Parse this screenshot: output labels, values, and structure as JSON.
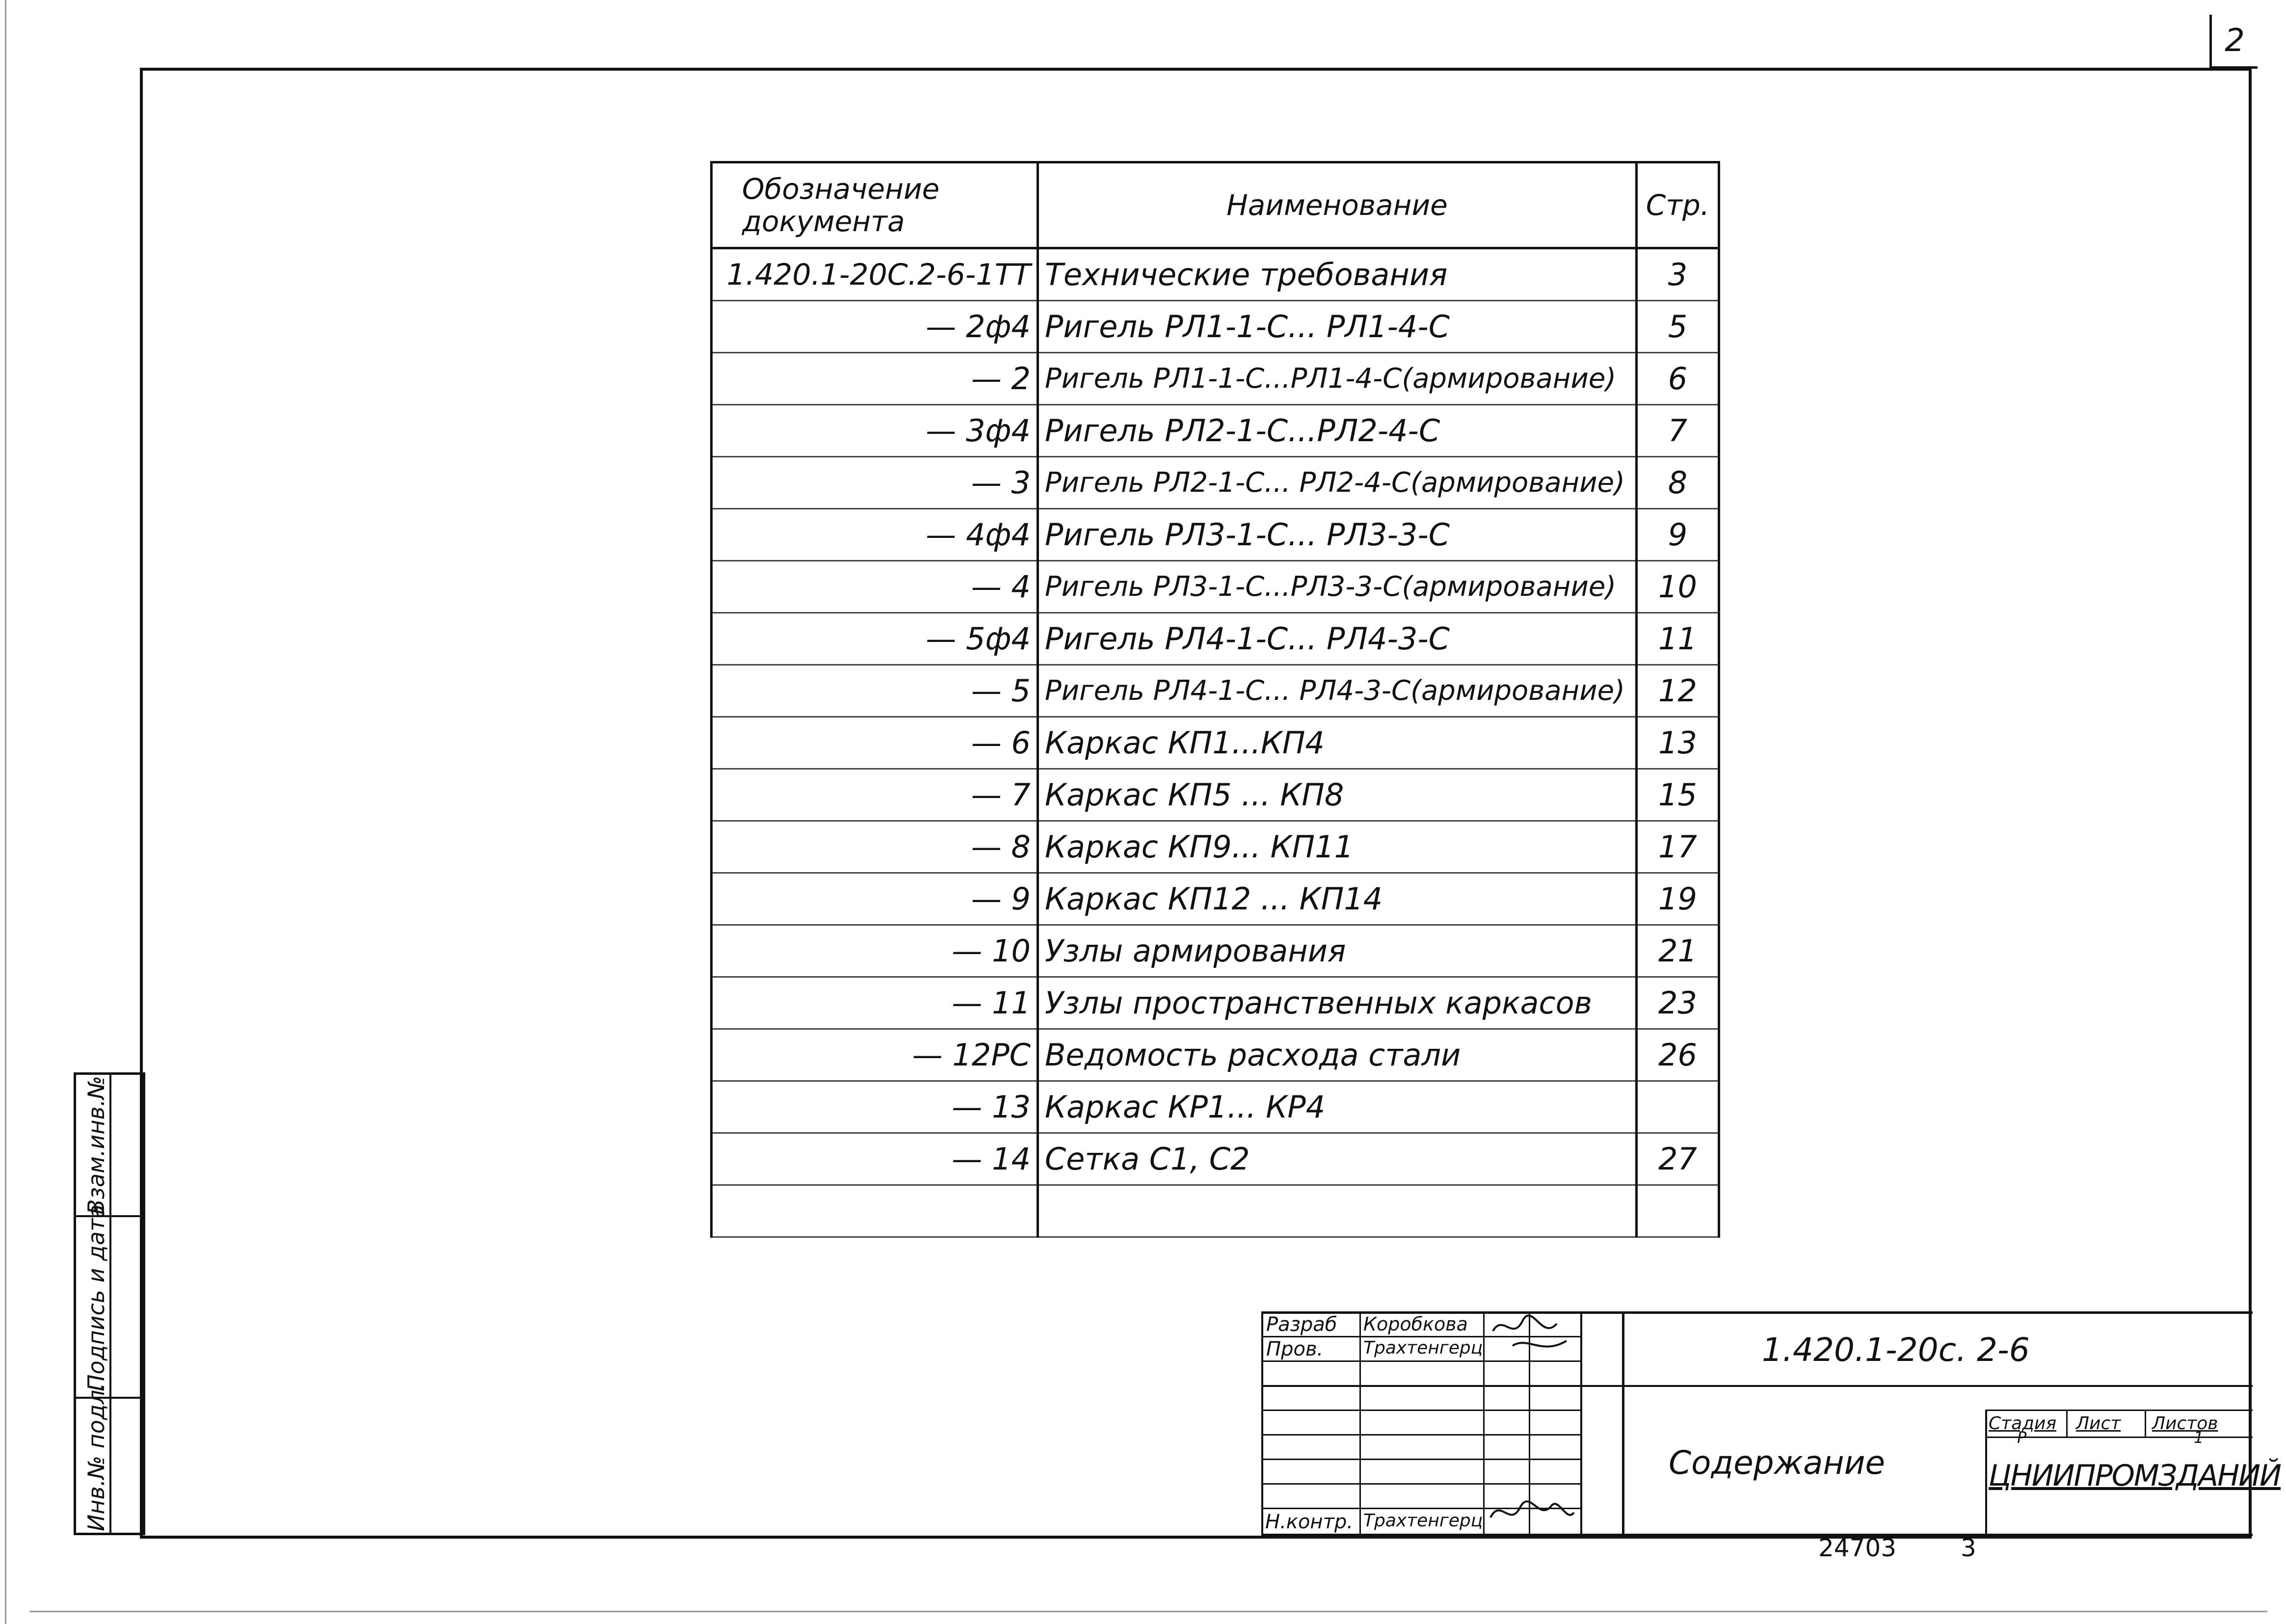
{
  "sheet_number": "2",
  "contents_table": {
    "headers": {
      "code": "Обозначение документа",
      "name": "Наименование",
      "page": "Стр."
    },
    "rows": [
      {
        "code": "1.420.1-20С.2-6-1ТТ",
        "name": "Технические требования",
        "page": "3"
      },
      {
        "code": "— 2ф4",
        "name": "Ригель РЛ1-1-С... РЛ1-4-С",
        "page": "5"
      },
      {
        "code": "— 2",
        "name": "Ригель РЛ1-1-С...РЛ1-4-С(армирование)",
        "page": "6"
      },
      {
        "code": "— 3ф4",
        "name": "Ригель РЛ2-1-С...РЛ2-4-С",
        "page": "7"
      },
      {
        "code": "— 3",
        "name": "Ригель РЛ2-1-С... РЛ2-4-С(армирование)",
        "page": "8"
      },
      {
        "code": "— 4ф4",
        "name": "Ригель РЛ3-1-С... РЛ3-3-С",
        "page": "9"
      },
      {
        "code": "— 4",
        "name": "Ригель РЛ3-1-С...РЛ3-3-С(армирование)",
        "page": "10"
      },
      {
        "code": "— 5ф4",
        "name": "Ригель РЛ4-1-С... РЛ4-3-С",
        "page": "11"
      },
      {
        "code": "— 5",
        "name": "Ригель РЛ4-1-С... РЛ4-3-С(армирование)",
        "page": "12"
      },
      {
        "code": "— 6",
        "name": "Каркас КП1...КП4",
        "page": "13"
      },
      {
        "code": "— 7",
        "name": "Каркас КП5 ... КП8",
        "page": "15"
      },
      {
        "code": "— 8",
        "name": "Каркас КП9... КП11",
        "page": "17"
      },
      {
        "code": "— 9",
        "name": "Каркас КП12 ... КП14",
        "page": "19"
      },
      {
        "code": "— 10",
        "name": "Узлы армирования",
        "page": "21"
      },
      {
        "code": "— 11",
        "name": "Узлы пространственных каркасов",
        "page": "23"
      },
      {
        "code": "— 12РС",
        "name": "Ведомость расхода стали",
        "page": "26"
      },
      {
        "code": "— 13",
        "name": "Каркас КР1... КР4",
        "page": ""
      },
      {
        "code": "— 14",
        "name": "Сетка С1, С2",
        "page": "27"
      },
      {
        "code": "",
        "name": "",
        "page": ""
      }
    ]
  },
  "title_block": {
    "roles": {
      "developer_label": "Разраб",
      "developer_name": "Коробкова",
      "checker_label": "Пров.",
      "checker_name": "Трахтенгерц",
      "norm_label": "Н.контр.",
      "norm_name": "Трахтенгерц"
    },
    "designation": "1.420.1-20с. 2-6",
    "document_title": "Содержание",
    "stage_label": "Стадия",
    "stage_value": "Р",
    "sheet_label": "Лист",
    "sheet_value": "",
    "sheets_label": "Листов",
    "sheets_value": "1",
    "organization": "ЦНИИПРОМЗДАНИЙ"
  },
  "side_strip": {
    "inv_original": "Инв.№ подл.",
    "signature_date": "Подпись и дата",
    "replaces_inv": "Взам.инв.№"
  },
  "footer": {
    "archive_number": "24703",
    "copy_number": "3"
  }
}
